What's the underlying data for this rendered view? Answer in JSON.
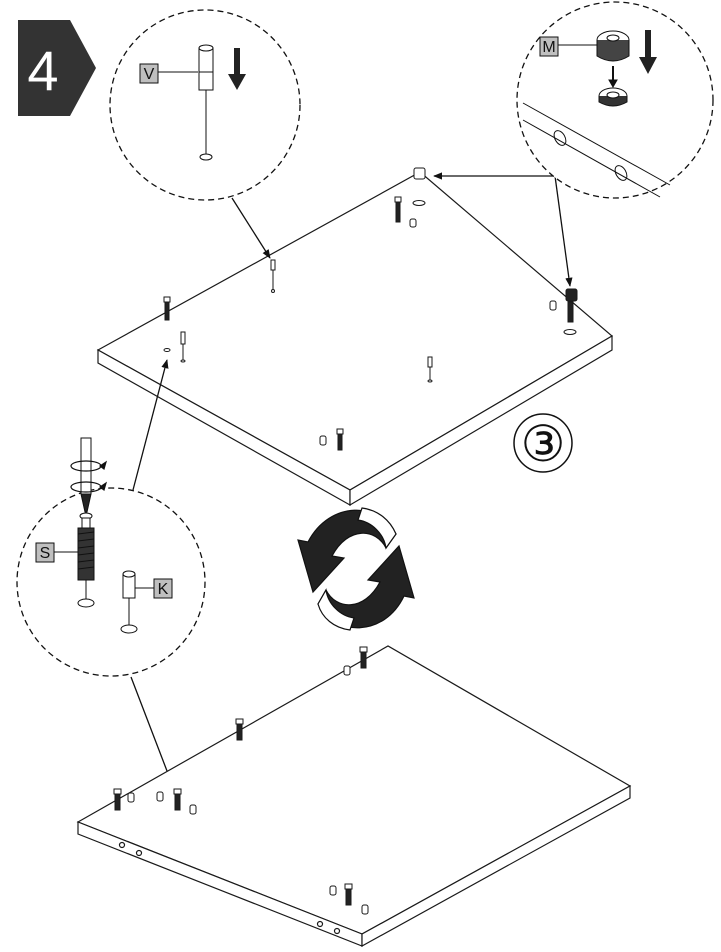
{
  "step": {
    "number": "4",
    "badge_color": "#333333"
  },
  "sub_step": {
    "label": "③"
  },
  "parts": {
    "v": {
      "label": "V"
    },
    "m": {
      "label": "M"
    },
    "s": {
      "label": "S"
    },
    "k": {
      "label": "K"
    }
  },
  "icons": {
    "flip": "rotate-arrows-icon",
    "screw": "rotate-screw-icon"
  },
  "colors": {
    "line": "#1a1a1a",
    "label_bg": "#bfbfbf",
    "dark": "#222222"
  }
}
